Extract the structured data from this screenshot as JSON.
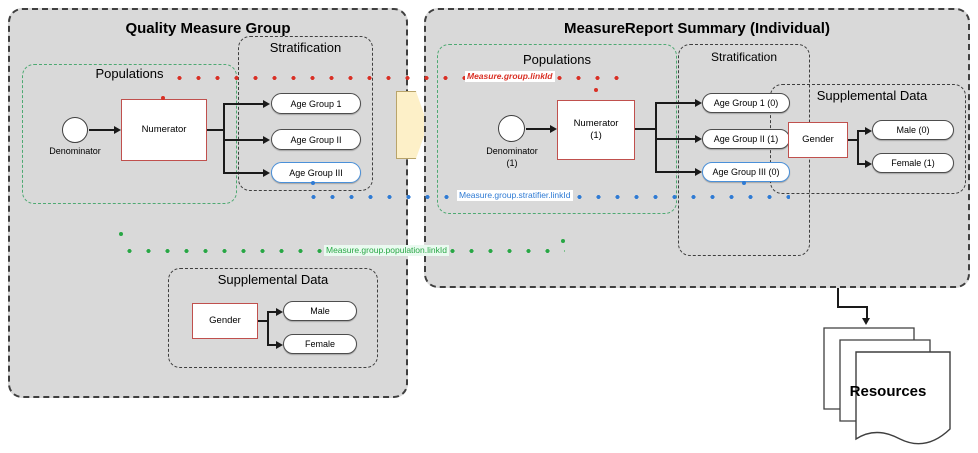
{
  "diagram": {
    "title_left": "Quality Measure Group",
    "title_right": "MeasureReport Summary (Individual)"
  },
  "left_panel": {
    "title": "Quality Measure Group",
    "populations": {
      "title": "Populations",
      "denominator_label": "Denominator",
      "numerator_label": "Numerator"
    },
    "stratification": {
      "title": "Stratification",
      "items": [
        {
          "label": "Age Group 1",
          "style": "default"
        },
        {
          "label": "Age Group II",
          "style": "default"
        },
        {
          "label": "Age Group III",
          "style": "blue"
        }
      ]
    },
    "supplemental": {
      "title": "Supplemental Data",
      "source": "Gender",
      "items": [
        "Male",
        "Female"
      ]
    }
  },
  "right_panel": {
    "title": "MeasureReport Summary (Individual)",
    "populations": {
      "title": "Populations",
      "denominator_label": "Denominator",
      "denominator_count": "(1)",
      "numerator_label": "Numerator",
      "numerator_count": "(1)"
    },
    "stratification": {
      "title": "Stratification",
      "items": [
        {
          "label": "Age Group 1 (0)",
          "style": "default"
        },
        {
          "label": "Age Group II (1)",
          "style": "default"
        },
        {
          "label": "Age Group III (0)",
          "style": "blue"
        }
      ]
    },
    "supplemental": {
      "title": "Supplemental Data",
      "source": "Gender",
      "items": [
        "Male (0)",
        "Female (1)"
      ]
    }
  },
  "mappings": [
    {
      "id": "group-linkid",
      "label": "Measure.group.linkId",
      "color": "#d93025"
    },
    {
      "id": "stratifier-linkid",
      "label": "Measure.group.stratifier.linkId",
      "color": "#2f7bd4"
    },
    {
      "id": "population-linkid",
      "label": "Measure.group.population.linkId",
      "color": "#28a745"
    }
  ],
  "output": {
    "label": "Resources"
  },
  "colors": {
    "panel_fill": "#d9d9d9",
    "panel_border": "#3f3f3f",
    "accent_red": "#c0504d",
    "accent_blue": "#4a90d9",
    "accent_green": "#4ea972",
    "transfer_arrow": "#fdf0c8"
  }
}
